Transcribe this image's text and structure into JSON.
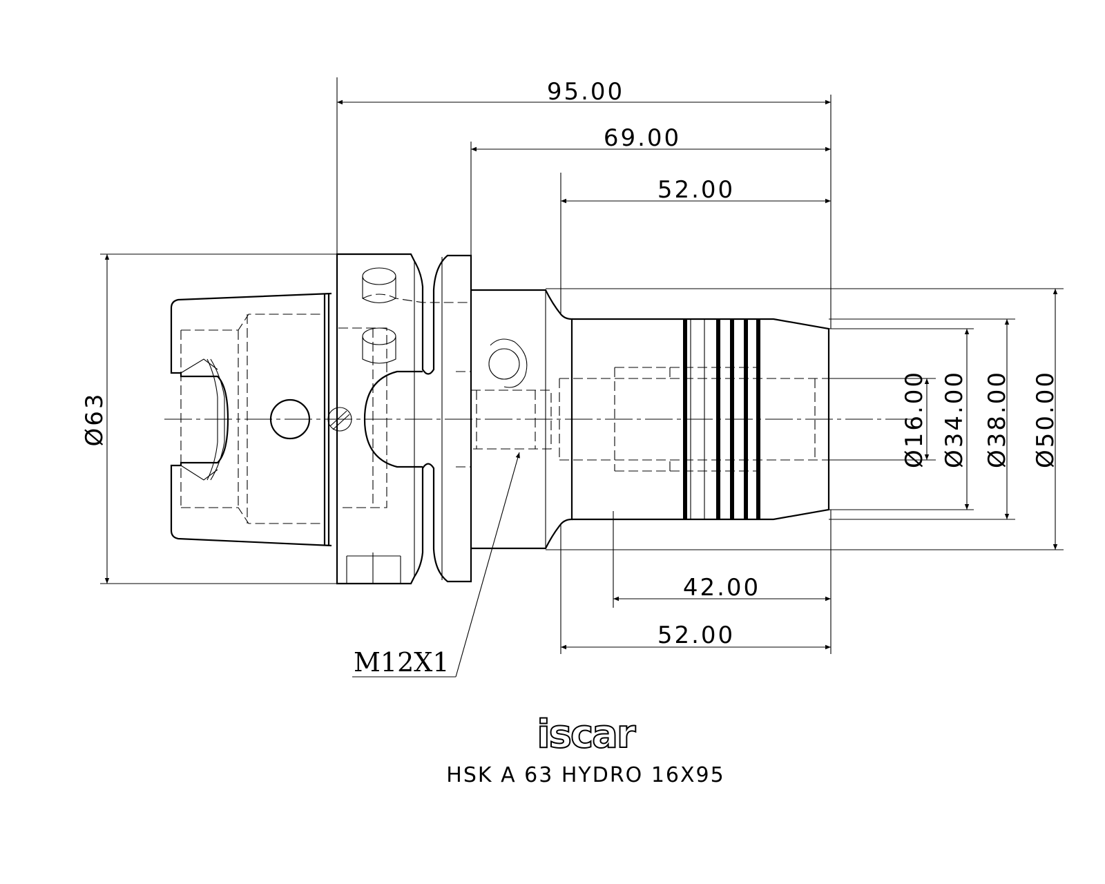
{
  "drawing": {
    "dimensions": {
      "overall_length": "95.00",
      "length_69": "69.00",
      "length_52_top": "52.00",
      "length_42": "42.00",
      "length_52_bottom": "52.00",
      "dia_shank": "Ø63",
      "dia_16": "Ø16.00",
      "dia_34": "Ø34.00",
      "dia_38": "Ø38.00",
      "dia_50": "Ø50.00"
    },
    "thread_callout": "M12X1",
    "logo": "iscar",
    "title": "HSK A 63 HYDRO 16X95"
  }
}
